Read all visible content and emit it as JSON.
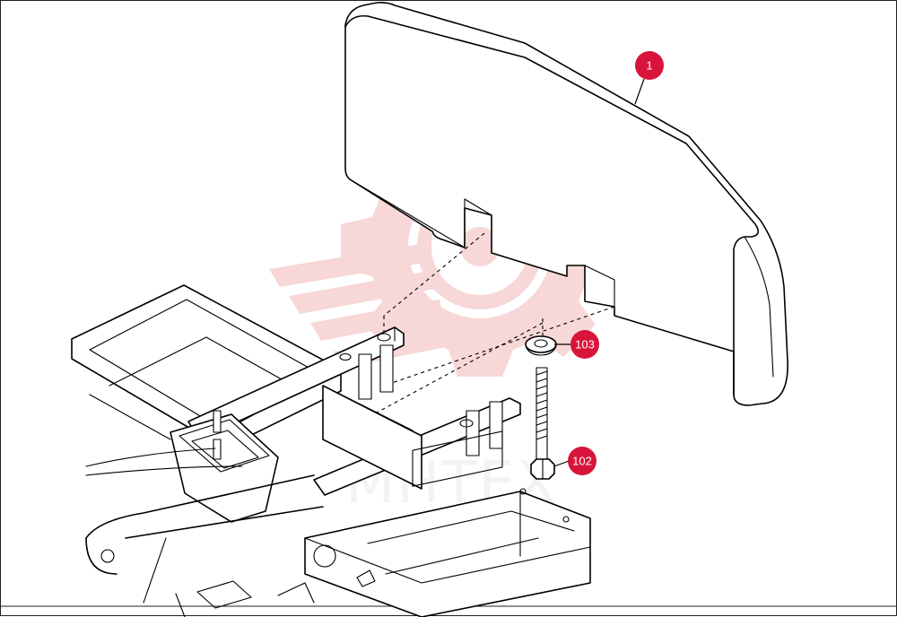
{
  "diagram": {
    "callouts": [
      {
        "id": "callout-1",
        "label": "1"
      },
      {
        "id": "callout-103",
        "label": "103"
      },
      {
        "id": "callout-102",
        "label": "102"
      }
    ],
    "watermark": {
      "text": "ΜΗΤΕΧ",
      "color": "#f2b8b8",
      "icon": "gear-icon"
    },
    "colors": {
      "callout_fill": "#d8143a",
      "line": "#000000",
      "watermark": "#f2b8b8"
    }
  }
}
